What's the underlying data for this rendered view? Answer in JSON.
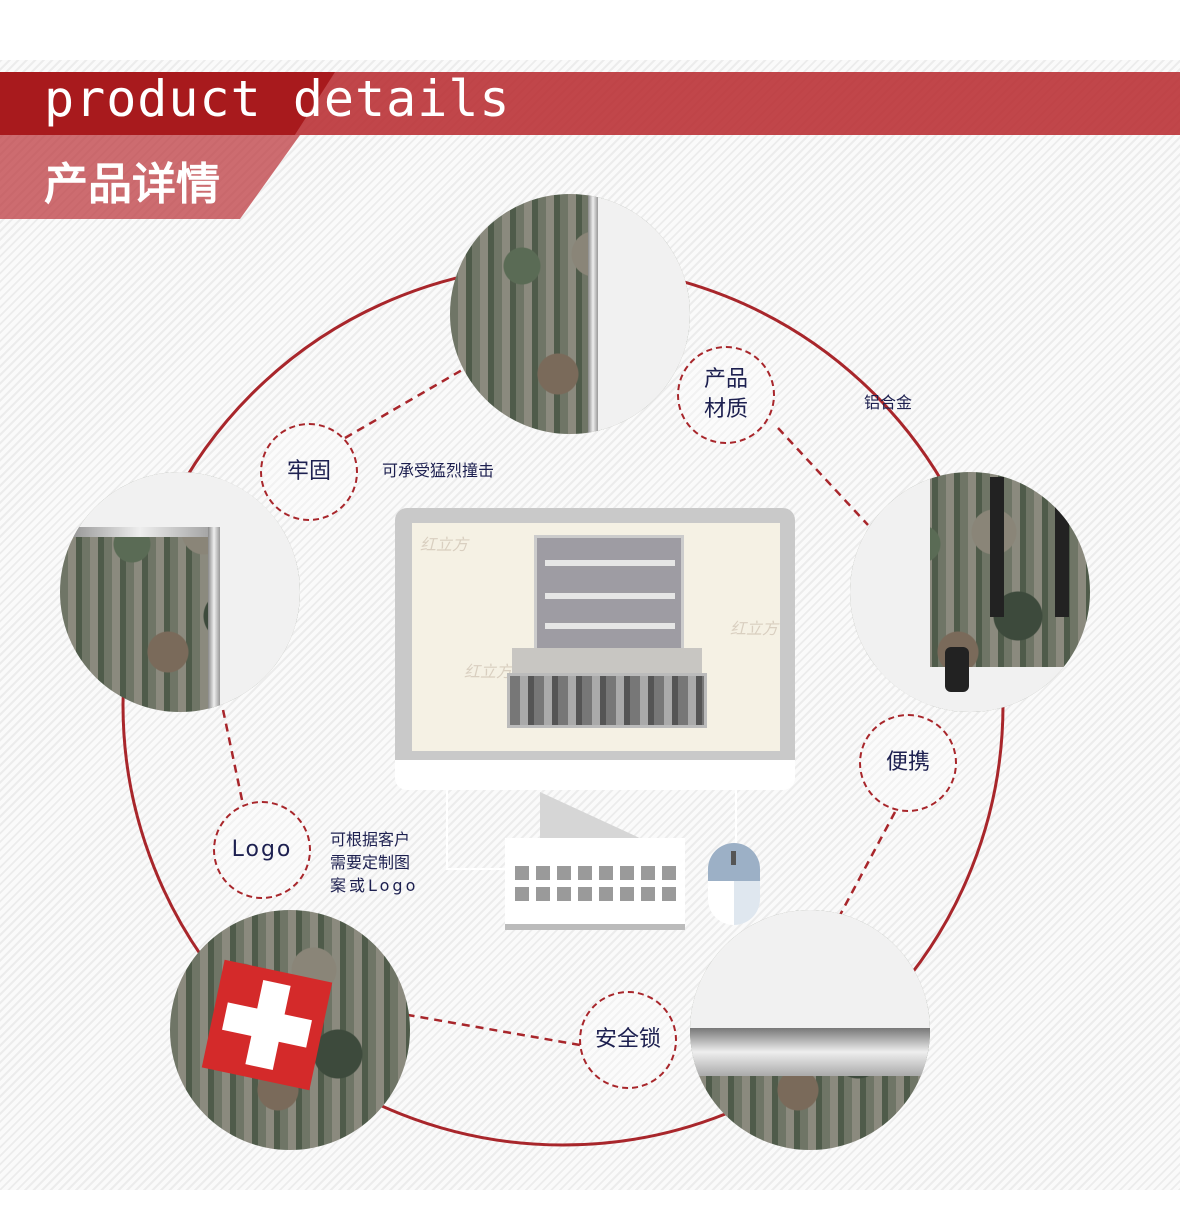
{
  "header": {
    "title_en": "product details",
    "title_cn": "产品详情"
  },
  "features": [
    {
      "label": "牢固",
      "note": "可承受猛烈撞击"
    },
    {
      "label": "产品材质",
      "note": "铝合金"
    },
    {
      "label": "便携"
    },
    {
      "label": "Logo",
      "note_lines": [
        "可根据客户",
        "需要定制图",
        "案或Logo"
      ]
    },
    {
      "label": "安全锁"
    }
  ],
  "watermark": "红立方",
  "colors": {
    "accent": "#a81a1d",
    "text": "#1d2050"
  }
}
